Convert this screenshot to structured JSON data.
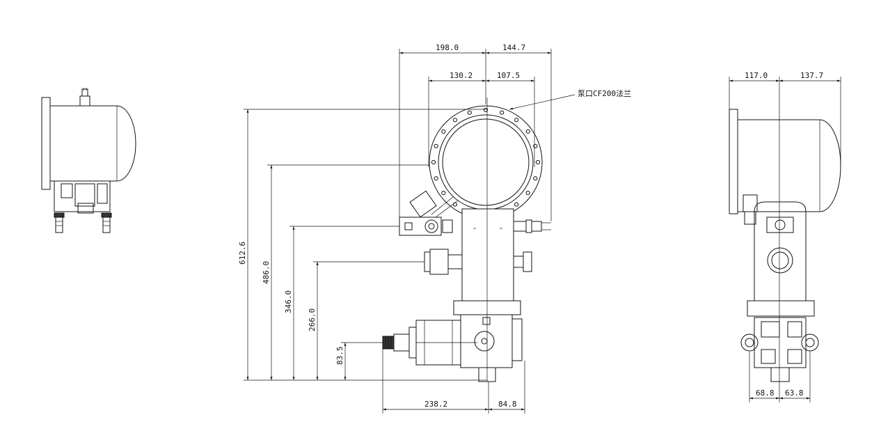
{
  "drawing": {
    "line_color": "#111111",
    "background_color": "#ffffff",
    "front_view": {
      "dim_top_left": "198.0",
      "dim_top_right": "144.7",
      "dim_second_left": "130.2",
      "dim_second_right": "107.5",
      "flange_label": "泵口CF200法兰",
      "dim_height_1": "612.6",
      "dim_height_2": "486.0",
      "dim_height_3": "346.0",
      "dim_height_4": "266.0",
      "dim_height_5": "83.5",
      "dim_bottom_left": "238.2",
      "dim_bottom_right": "84.8"
    },
    "side_view": {
      "dim_top_left": "117.0",
      "dim_top_right": "137.7",
      "dim_bottom_left": "68.8",
      "dim_bottom_right": "63.8"
    }
  }
}
